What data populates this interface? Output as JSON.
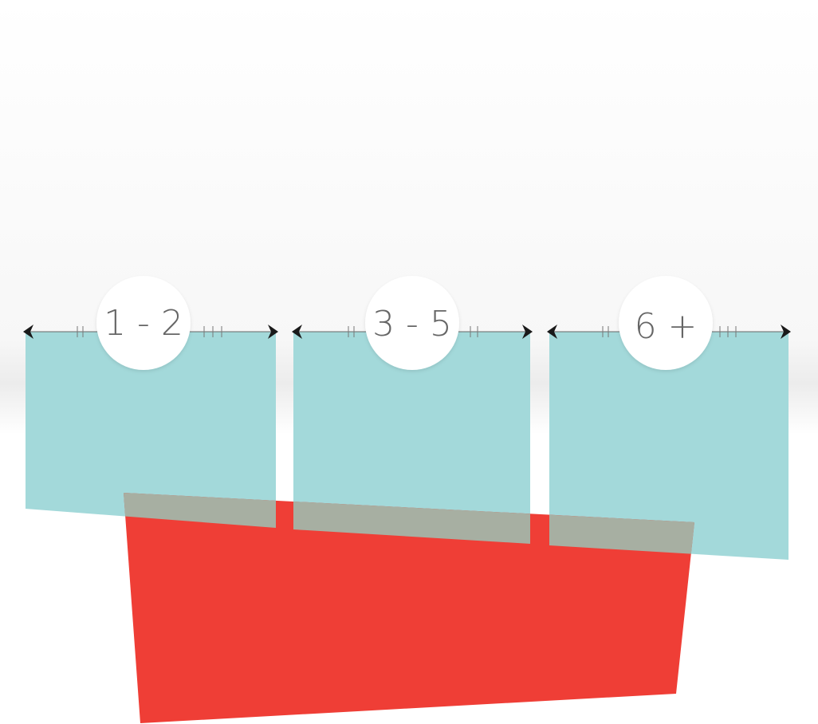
{
  "colors": {
    "background_top": "#ffffff",
    "background_band": "#eeeeee",
    "panel": "#a3d9da",
    "overlap": "#a7afa2",
    "shape": "#ef3e36",
    "arrow": "#1a1a1a",
    "axis_line": "#666666",
    "circle": "#ffffff",
    "label_text": "#666666"
  },
  "ranges": [
    {
      "label": "1 - 2",
      "left_ticks": 2,
      "right_ticks": 3
    },
    {
      "label": "3 - 5",
      "left_ticks": 2,
      "right_ticks": 2
    },
    {
      "label": "6 +",
      "left_ticks": 2,
      "right_ticks": 3
    }
  ]
}
